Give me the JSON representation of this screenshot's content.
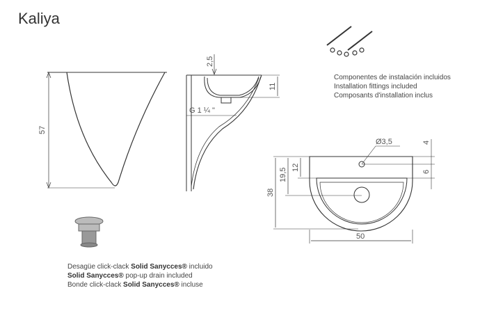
{
  "title": "Kaliya",
  "dimensions": {
    "height_front": "57",
    "rim_thickness": "2,5",
    "basin_depth": "11",
    "drain_thread": "G 1 ¼ \"",
    "tap_hole": "Ø3,5",
    "top_offset": "4",
    "hole_offset": "6",
    "depth_total": "38",
    "drain_position": "19,5",
    "bowl_offset": "12",
    "width": "50"
  },
  "fittings_caption": [
    "Componentes de instalación incluidos",
    "Installation fittings included",
    "Composants d'installation inclus"
  ],
  "drain_caption": {
    "line1_pre": "Desagüe click-clack ",
    "line1_bold": "Solid Sanycces®",
    "line1_post": " incluido",
    "line2_bold": "Solid Sanycces®",
    "line2_post": " pop-up drain included",
    "line3_pre": "Bonde click-clack ",
    "line3_bold": "Solid Sanycces®",
    "line3_post": " incluse"
  }
}
